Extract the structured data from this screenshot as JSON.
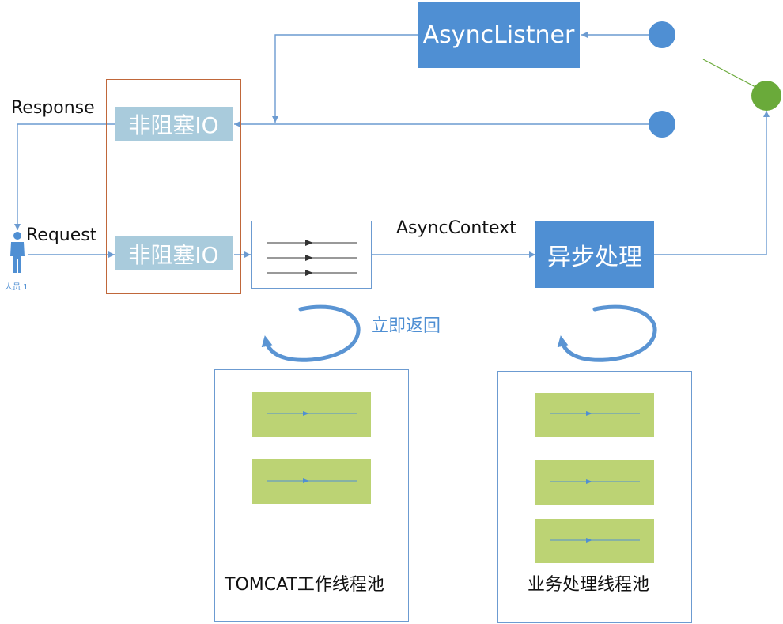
{
  "labels": {
    "response": "Response",
    "request": "Request",
    "async_context": "AsyncContext",
    "immediate_return": "立即返回",
    "person_caption": "人员 1"
  },
  "boxes": {
    "async_listener": "AsyncListner",
    "nio_top": "非阻塞IO",
    "nio_bottom": "非阻塞IO",
    "async_processing": "异步处理"
  },
  "pools": {
    "tomcat": {
      "caption": "TOMCAT工作线程池",
      "thread_count": 2
    },
    "business": {
      "caption": "业务处理线程池",
      "thread_count": 3
    }
  },
  "colors": {
    "connector": "#6c9bd1",
    "accent_blue": "#4f8fd3",
    "nio_fill": "#a9cbdc",
    "thread_fill": "#bcd374",
    "container_border": "#c0673a",
    "node_green": "#6aaa3a",
    "swirl": "#5a94d3",
    "label_blue": "#4f8fd3"
  }
}
